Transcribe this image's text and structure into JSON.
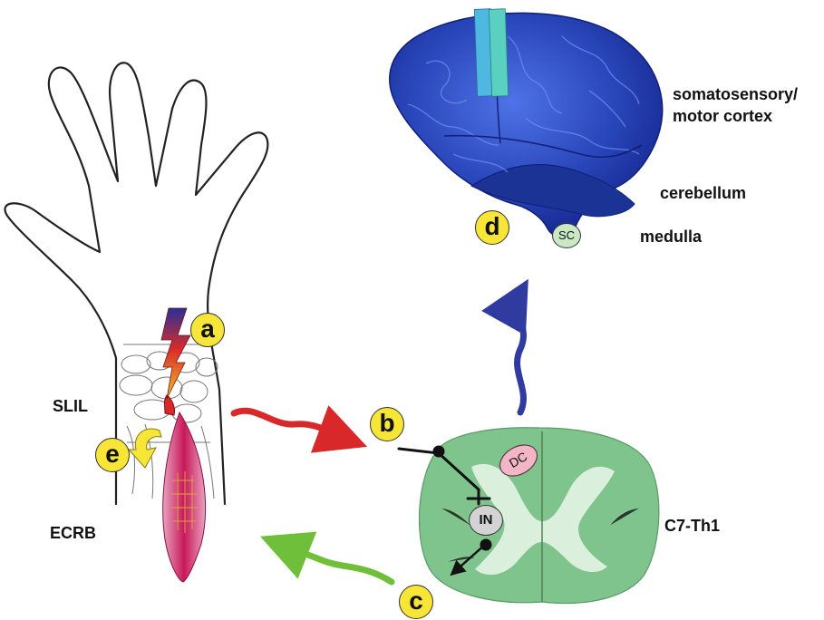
{
  "labels": {
    "cortex_line1": "somatosensory/",
    "cortex_line2": "motor cortex",
    "cerebellum": "cerebellum",
    "medulla": "medulla",
    "slil": "SLIL",
    "ecrb": "ECRB",
    "c7th1": "C7-Th1"
  },
  "badges": {
    "a": "a",
    "b": "b",
    "c": "c",
    "d": "d",
    "e": "e"
  },
  "tags": {
    "sc": "SC",
    "in": "IN",
    "dc": "DC"
  },
  "colors": {
    "brain": "#2845b8",
    "brain_dark": "#0f1f7a",
    "cortex_strip": "#5ad0d8",
    "spinal_cord": "#7fc48c",
    "spinal_gray": "#e6f4e6",
    "badge_fill": "#f7e637",
    "afferent_arrow": "#d8282a",
    "efferent_arrow": "#6fbf3a",
    "ascending_arrow": "#2f3b9e",
    "muscle": "#c8185a"
  }
}
